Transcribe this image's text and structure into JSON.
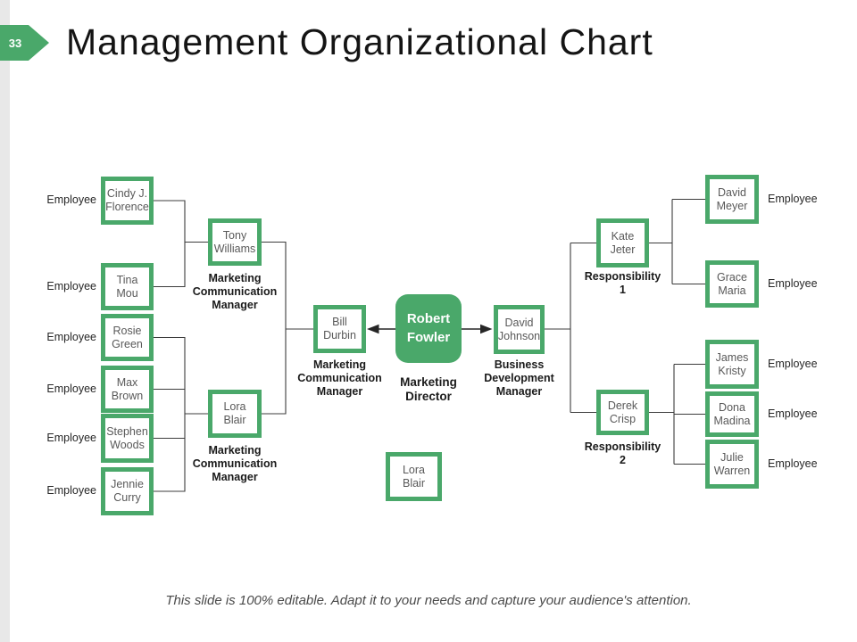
{
  "slide": {
    "number": "33",
    "title": "Management Organizational Chart",
    "footer": "This slide is 100% editable. Adapt it to your needs and capture your audience's attention."
  },
  "colors": {
    "green": "#4aa86a",
    "line": "#3c3c3c",
    "box_text": "#595959"
  },
  "org": {
    "director": {
      "name": "Robert\nFowler",
      "role": "Marketing\nDirector"
    },
    "bill": {
      "name": "Bill\nDurbin",
      "role": "Marketing\nCommunication\nManager"
    },
    "david_johnson": {
      "name": "David\nJohnson",
      "role": "Business\nDevelopment\nManager"
    },
    "tony": {
      "name": "Tony\nWilliams",
      "role": "Marketing\nCommunication\nManager"
    },
    "lora": {
      "name": "Lora\nBlair",
      "role": "Marketing\nCommunication\nManager"
    },
    "kate": {
      "name": "Kate\nJeter",
      "role": "Responsibility\n1"
    },
    "derek": {
      "name": "Derek\nCrisp",
      "role": "Responsibility\n2"
    },
    "lora_bottom": {
      "name": "Lora\nBlair"
    },
    "cindy": {
      "name": "Cindy J.\nFlorence",
      "label": "Employee"
    },
    "tina": {
      "name": "Tina\nMou",
      "label": "Employee"
    },
    "rosie": {
      "name": "Rosie\nGreen",
      "label": "Employee"
    },
    "max": {
      "name": "Max\nBrown",
      "label": "Employee"
    },
    "stephen": {
      "name": "Stephen\nWoods",
      "label": "Employee"
    },
    "jennie": {
      "name": "Jennie\nCurry",
      "label": "Employee"
    },
    "david_meyer": {
      "name": "David\nMeyer",
      "label": "Employee"
    },
    "grace": {
      "name": "Grace\nMaria",
      "label": "Employee"
    },
    "james": {
      "name": "James\nKristy",
      "label": "Employee"
    },
    "dona": {
      "name": "Dona\nMadina",
      "label": "Employee"
    },
    "julie": {
      "name": "Julie\nWarren",
      "label": "Employee"
    }
  }
}
